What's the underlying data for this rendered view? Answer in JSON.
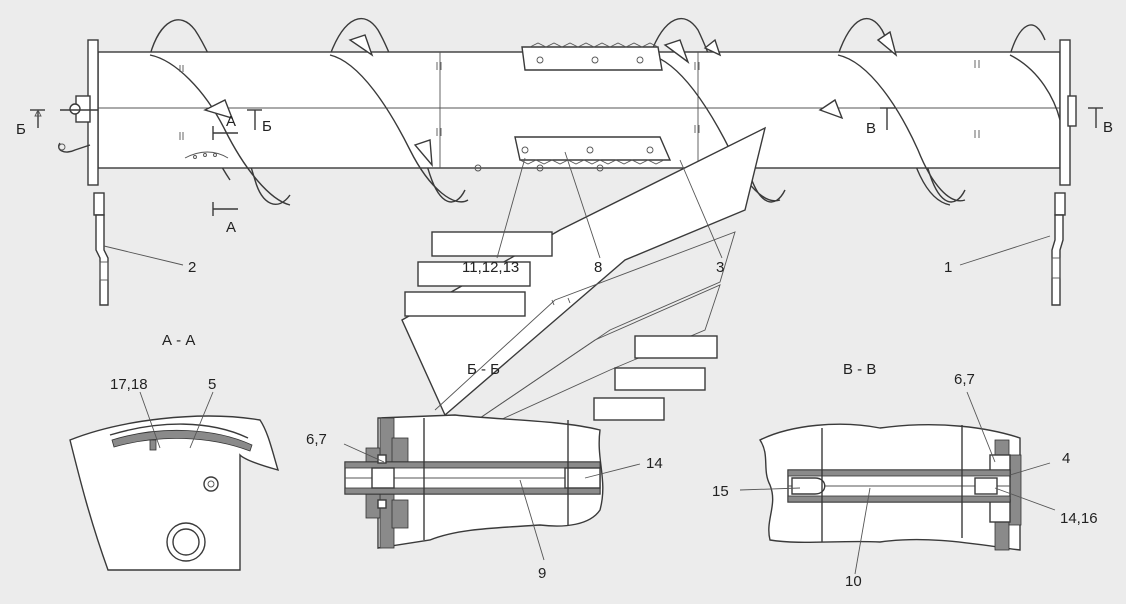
{
  "callouts": {
    "c1": "1",
    "c2": "2",
    "c3": "3",
    "c4": "4",
    "c5": "5",
    "c6_7_left": "6,7",
    "c6_7_right": "6,7",
    "c8": "8",
    "c9": "9",
    "c10": "10",
    "c11_13": "11,12,13",
    "c14": "14",
    "c14_16": "14,16",
    "c15": "15",
    "c17_18": "17,18"
  },
  "section_marks": {
    "a_top": "А",
    "a_bottom": "А",
    "b_left": "Б",
    "b_mid": "Б",
    "v_mid": "В",
    "v_right": "В"
  },
  "section_titles": {
    "aa": "А - А",
    "bb": "Б - Б",
    "vv": "В - В"
  }
}
